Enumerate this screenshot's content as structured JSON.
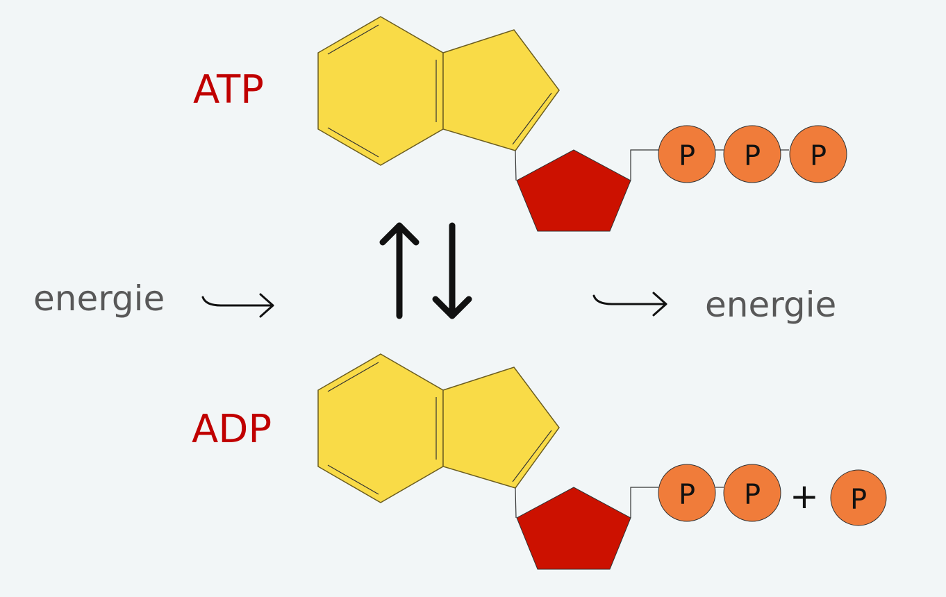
{
  "labels": {
    "atp": "ATP",
    "adp": "ADP",
    "energy_in": "energie",
    "energy_out": "energie"
  },
  "phosphate": {
    "symbol": "P",
    "plus": "+"
  },
  "colors": {
    "background": "#f2f6f7",
    "base_ring": "#f9db47",
    "ribose": "#cc1100",
    "phosphate": "#f07c3a",
    "label_red": "#c00000",
    "label_gray": "#585858"
  }
}
